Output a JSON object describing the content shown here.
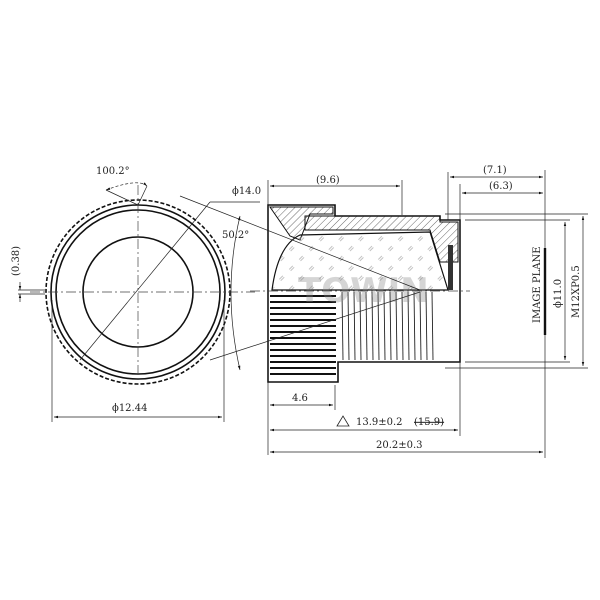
{
  "front_view": {
    "angle_top": "100.2°",
    "diameter_outer": "ϕ14.0",
    "gap": "(0.38)",
    "diameter_knurl": "ϕ12.44"
  },
  "side_view": {
    "field_angle": "50.2°",
    "length_front": "(9.6)",
    "length_rear_1": "(7.1)",
    "length_rear_2": "(6.3)",
    "knurl_length": "4.6",
    "total_track": "13.9±0.2",
    "total_track_struck": "(15.9)",
    "overall_length": "20.2±0.3",
    "image_plane": "IMAGE PLANE",
    "image_diameter": "ϕ11.0",
    "thread": "M12XP0.5",
    "warning_icon": "triangle-warning"
  },
  "watermark": "TOWIN"
}
